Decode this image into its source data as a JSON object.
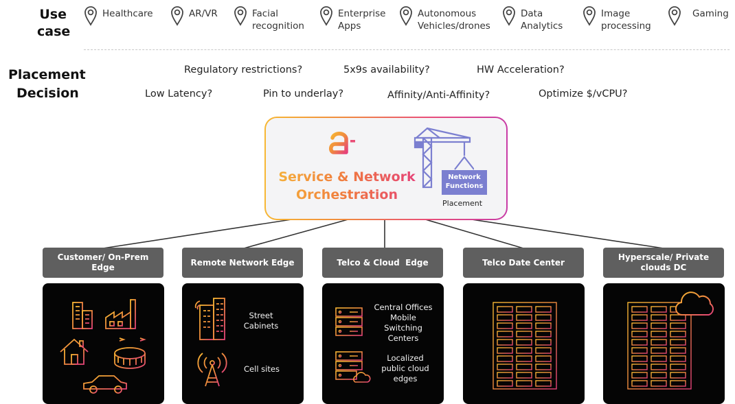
{
  "header": {
    "use_case_label_line1": "Use",
    "use_case_label_line2": "case",
    "placement_label_line1": "Placement",
    "placement_label_line2": "Decision"
  },
  "use_cases": [
    {
      "line1": "Healthcare",
      "line2": ""
    },
    {
      "line1": "AR/VR",
      "line2": ""
    },
    {
      "line1": "Facial",
      "line2": "recognition"
    },
    {
      "line1": "Enterprise",
      "line2": "Apps"
    },
    {
      "line1": "Autonomous",
      "line2": "Vehicles/drones"
    },
    {
      "line1": "Data",
      "line2": "Analytics"
    },
    {
      "line1": "Image",
      "line2": "processing"
    },
    {
      "line1": "Gaming",
      "line2": ""
    }
  ],
  "placement_questions": {
    "regulatory": "Regulatory restrictions?",
    "availability": "5x9s availability?",
    "hw_accel": "HW Acceleration?",
    "latency": "Low Latency?",
    "pin": "Pin to underlay?",
    "affinity": "Affinity/Anti-Affinity?",
    "optimize": "Optimize $/vCPU?"
  },
  "orchestration": {
    "logo_glyph": "a",
    "title_line1": "Service & Network",
    "title_line2": "Orchestration",
    "nf_line1": "Network",
    "nf_line2": "Functions",
    "placement": "Placement"
  },
  "categories": [
    {
      "line1": "Customer/ On-Prem",
      "line2": "Edge"
    },
    {
      "line1": "Remote Network Edge",
      "line2": ""
    },
    {
      "line1": "Telco & Cloud  Edge",
      "line2": ""
    },
    {
      "line1": "Telco Date Center",
      "line2": ""
    },
    {
      "line1": "Hyperscale/ Private",
      "line2": "clouds DC"
    }
  ],
  "panels": {
    "remote": {
      "street_line1": "Street",
      "street_line2": "Cabinets",
      "cell": "Cell sites"
    },
    "telco_edge": {
      "co_line1": "Central Offices",
      "co_line2": "Mobile",
      "co_line3": "Switching",
      "co_line4": "Centers",
      "loc_line1": "Localized",
      "loc_line2": "public cloud",
      "loc_line3": "edges"
    }
  },
  "colors": {
    "gradient_start": "#f7b733",
    "gradient_mid": "#f08a3e",
    "gradient_end": "#e5417a",
    "category_bg": "#5f5f5f",
    "panel_bg": "#050505",
    "nf_box": "#7b7fd0"
  }
}
